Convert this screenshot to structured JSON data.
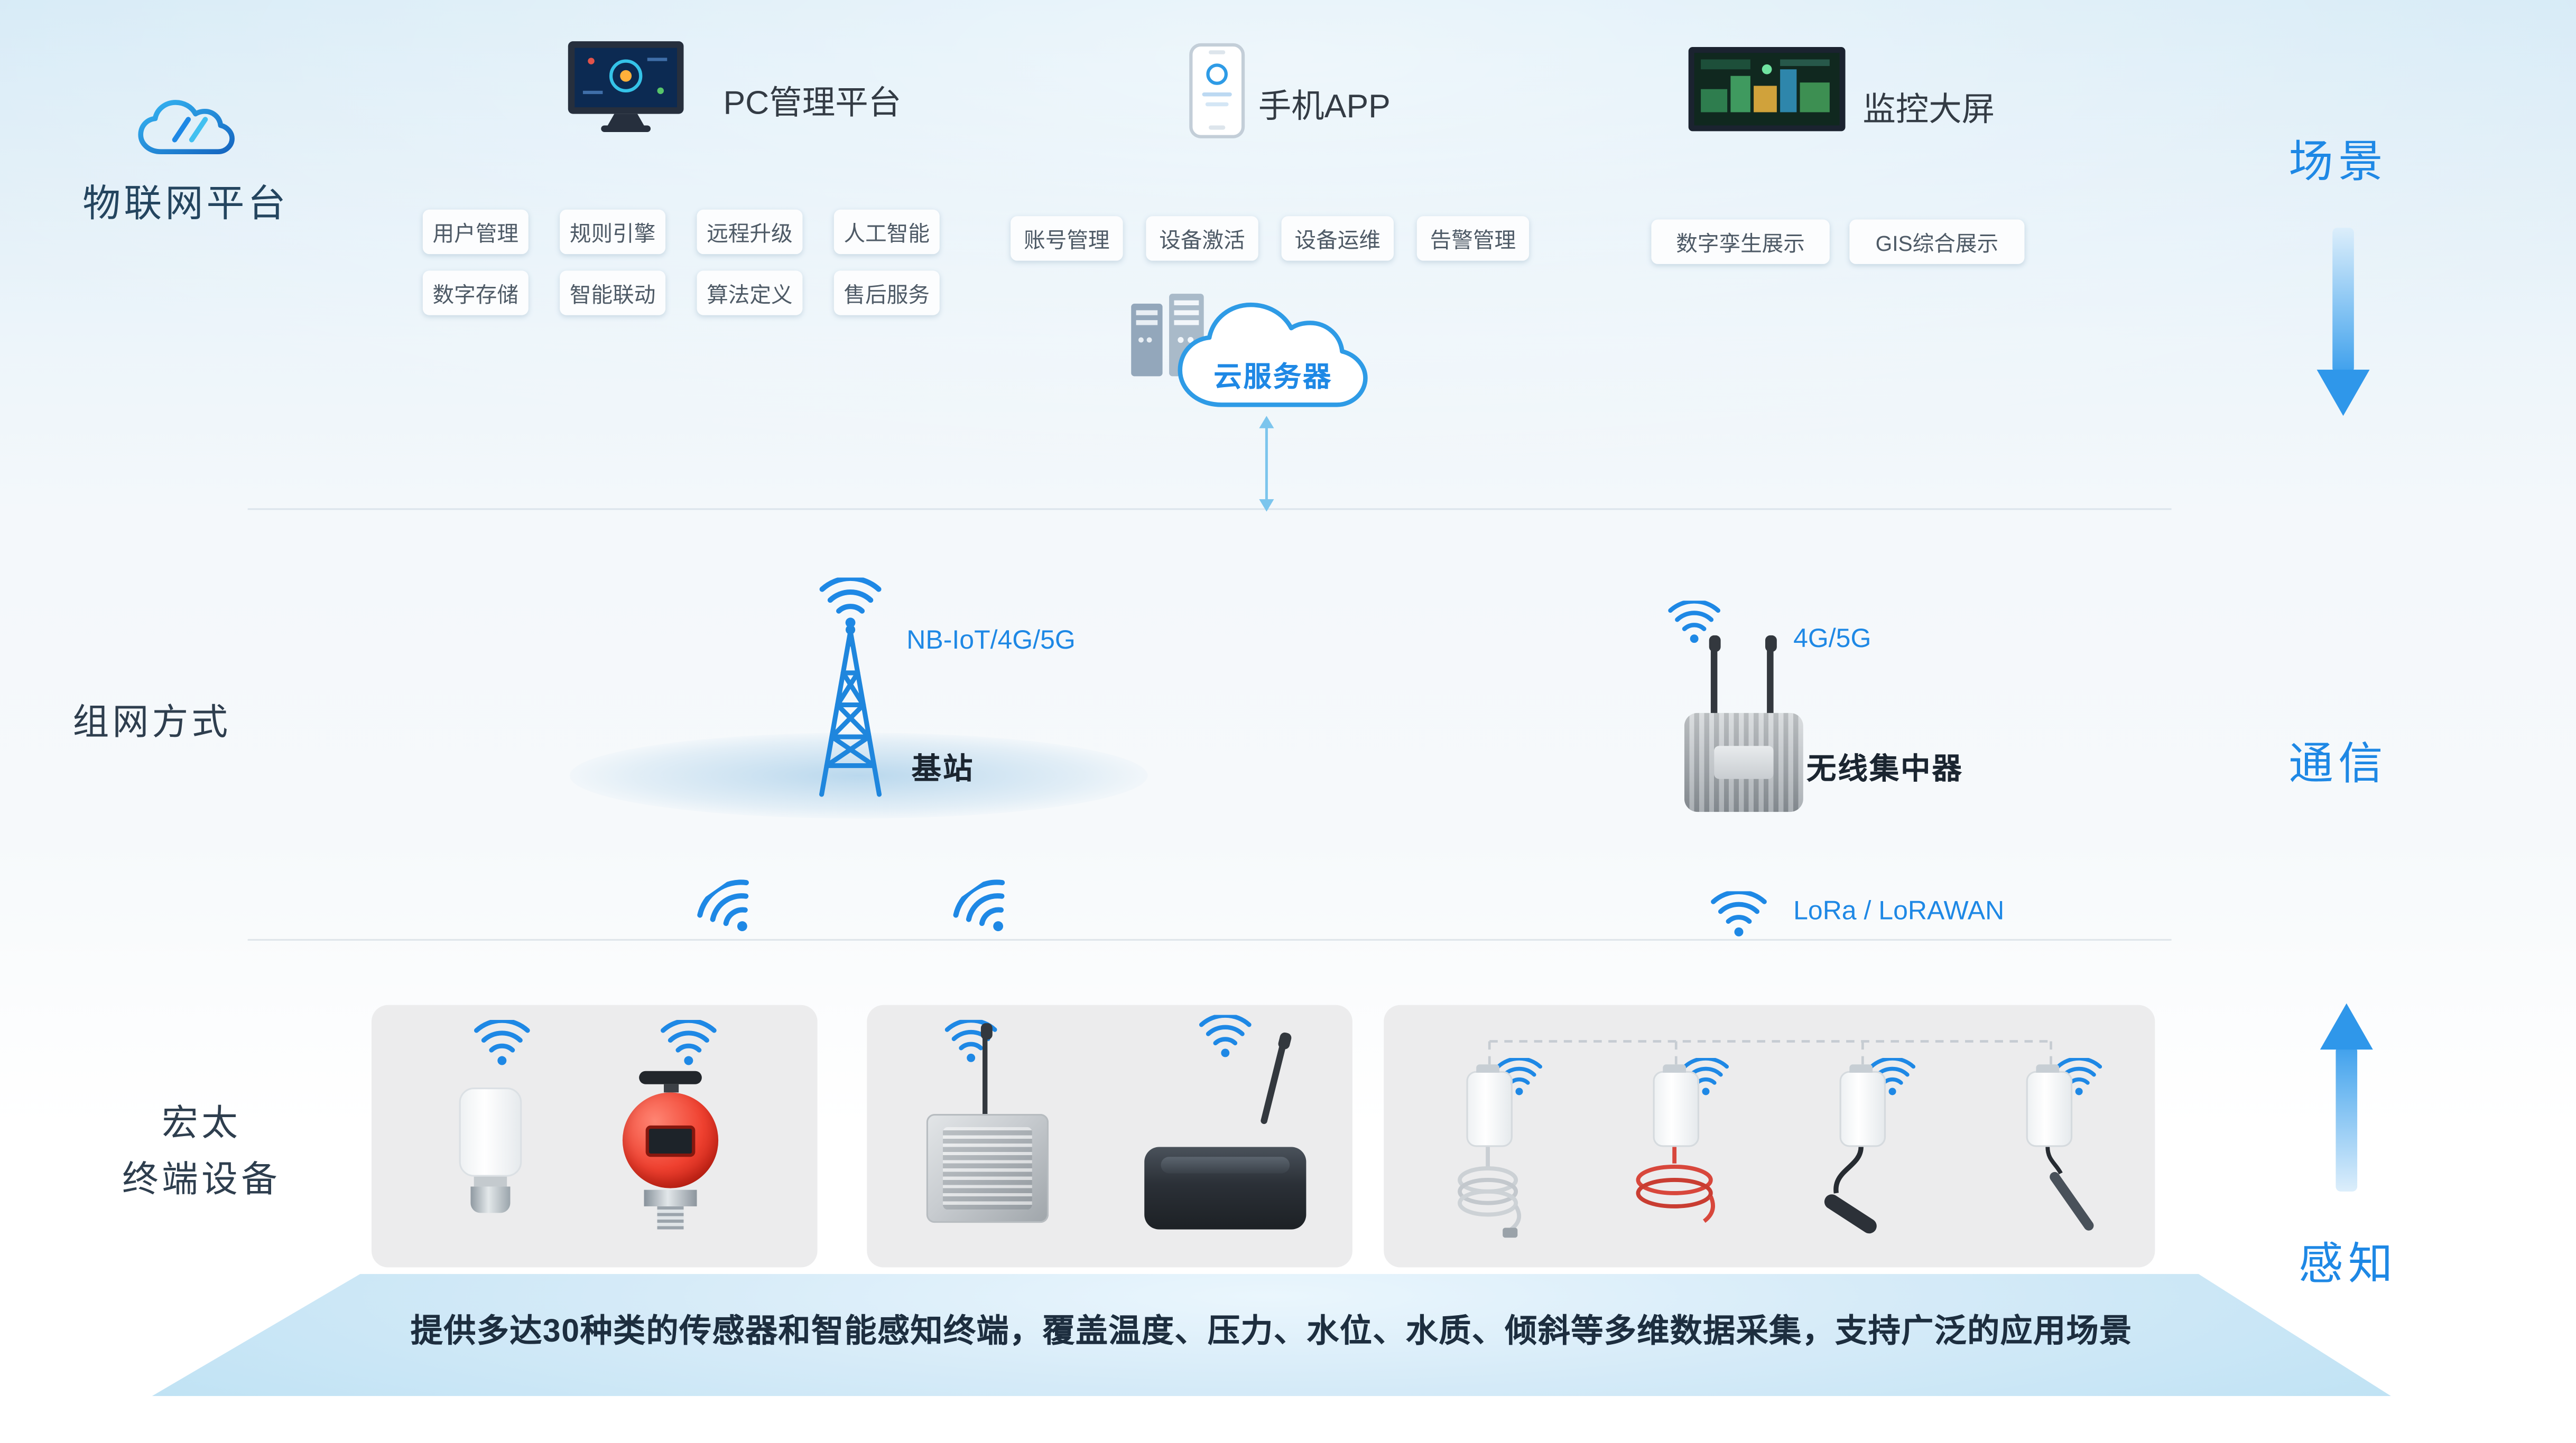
{
  "header": {
    "platform_label": "物联网平台",
    "pc": {
      "title": "PC管理平台",
      "tags": [
        "用户管理",
        "规则引擎",
        "远程升级",
        "人工智能",
        "数字存储",
        "智能联动",
        "算法定义",
        "售后服务"
      ]
    },
    "app": {
      "title": "手机APP",
      "tags": [
        "账号管理",
        "设备激活",
        "设备运维",
        "告警管理"
      ]
    },
    "screen": {
      "title": "监控大屏",
      "tags": [
        "数字孪生展示",
        "GIS综合展示"
      ]
    },
    "cloud_server_label": "云服务器"
  },
  "side_labels": {
    "scene": "场景",
    "communication": "通信",
    "perception": "感知"
  },
  "network": {
    "section_label": "组网方式",
    "base_station": {
      "protocol": "NB-IoT/4G/5G",
      "name": "基站"
    },
    "concentrator": {
      "protocol": "4G/5G",
      "name": "无线集中器"
    },
    "lora": "LoRa / LoRAWAN"
  },
  "terminals": {
    "section_label": [
      "宏太",
      "终端设备"
    ],
    "footer": "提供多达30种类的传感器和智能感知终端，覆盖温度、压力、水位、水质、倾斜等多维数据采集，支持广泛的应用场景"
  },
  "colors": {
    "accent": "#1e88e5",
    "dark_text": "#333b44"
  }
}
